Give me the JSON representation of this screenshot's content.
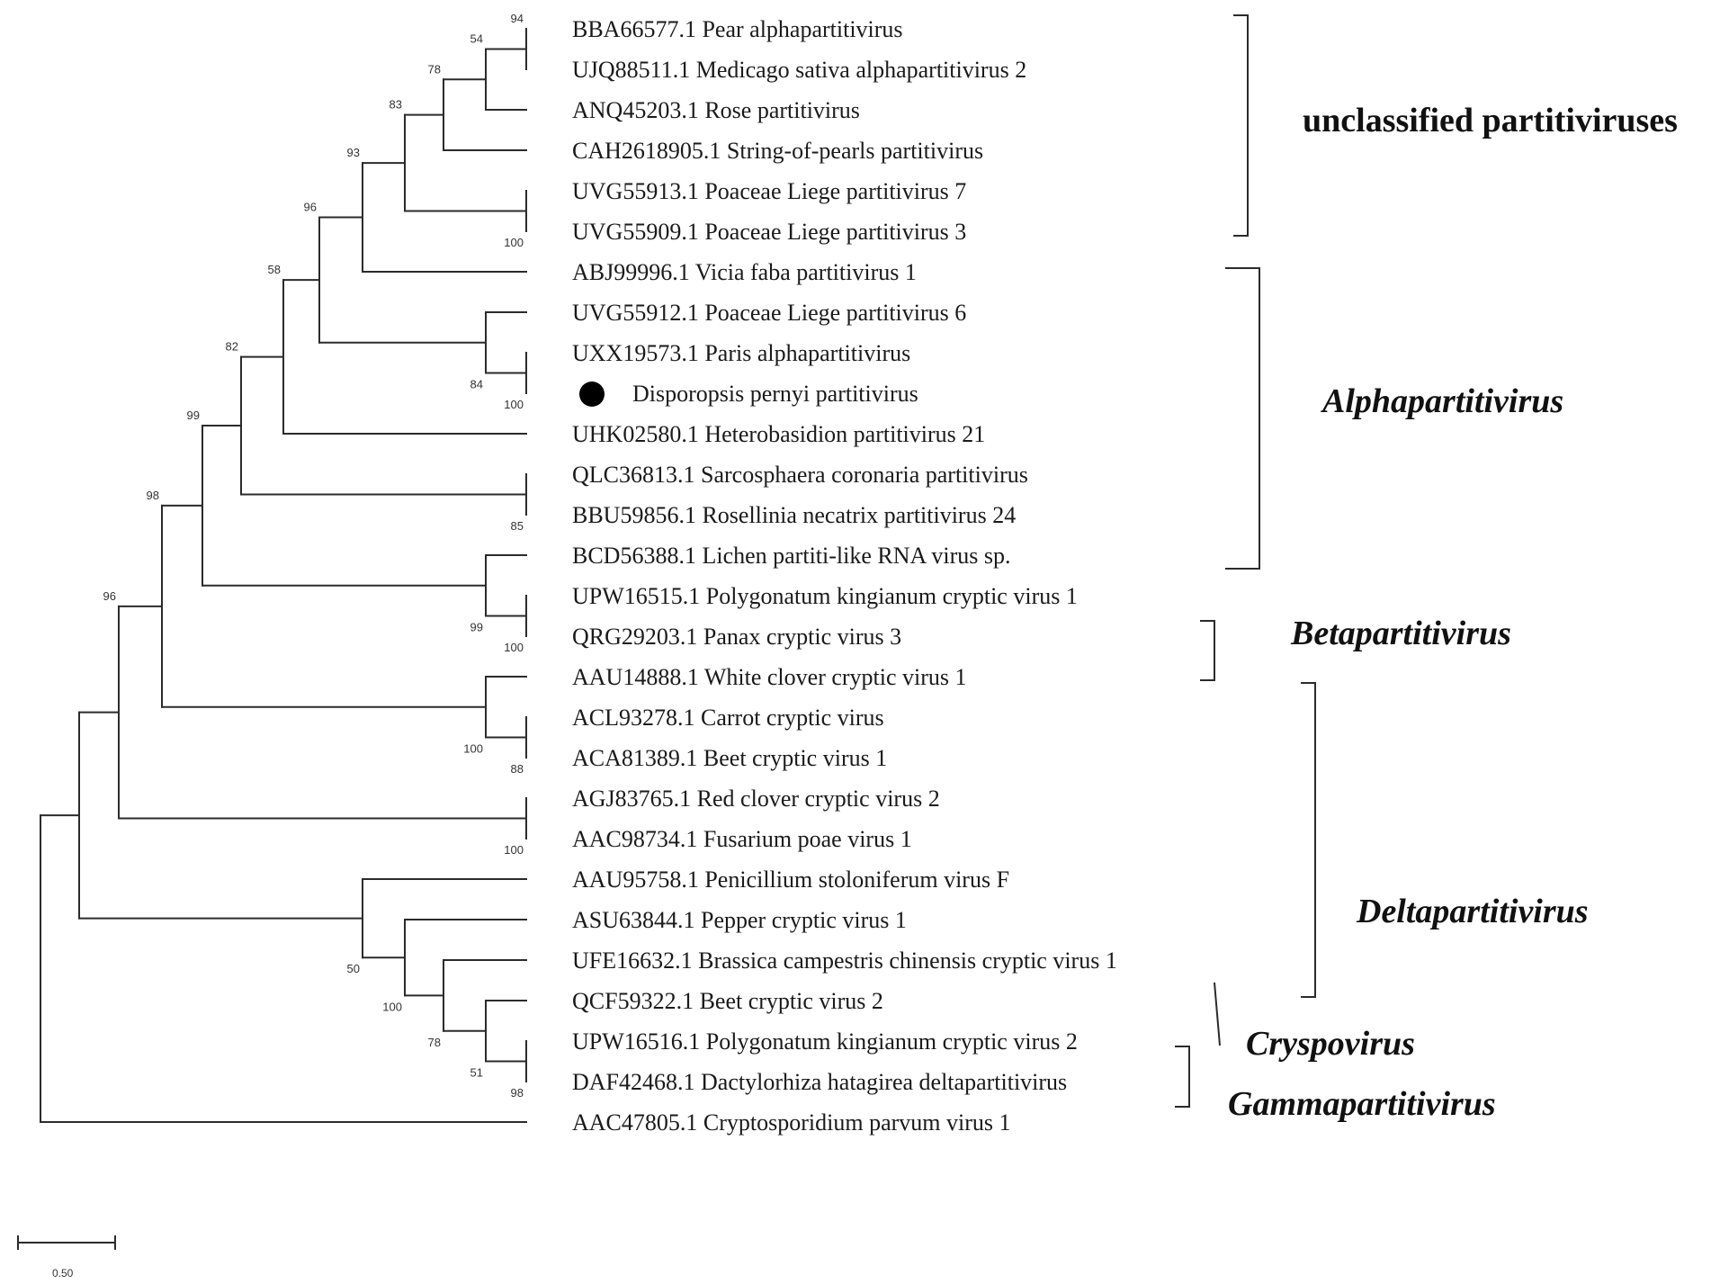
{
  "leaves": [
    {
      "id": "L1",
      "label": "BBA66577.1 Pear alphapartitivirus"
    },
    {
      "id": "L2",
      "label": "UJQ88511.1 Medicago sativa alphapartitivirus 2"
    },
    {
      "id": "L3",
      "label": "ANQ45203.1 Rose partitivirus"
    },
    {
      "id": "L4",
      "label": "CAH2618905.1 String-of-pearls partitivirus"
    },
    {
      "id": "L5",
      "label": "UVG55913.1 Poaceae Liege partitivirus 7"
    },
    {
      "id": "L6",
      "label": "UVG55909.1 Poaceae Liege partitivirus 3"
    },
    {
      "id": "L7",
      "label": "ABJ99996.1 Vicia faba partitivirus 1"
    },
    {
      "id": "L8",
      "label": "UVG55912.1 Poaceae Liege partitivirus 6"
    },
    {
      "id": "L9",
      "label": "UXX19573.1 Paris alphapartitivirus"
    },
    {
      "id": "L10",
      "label": "Disporopsis pernyi partitivirus",
      "marker": "filled-circle"
    },
    {
      "id": "L11",
      "label": "UHK02580.1 Heterobasidion partitivirus 21"
    },
    {
      "id": "L12",
      "label": "QLC36813.1 Sarcosphaera coronaria partitivirus"
    },
    {
      "id": "L13",
      "label": "BBU59856.1 Rosellinia necatrix partitivirus 24"
    },
    {
      "id": "L14",
      "label": "BCD56388.1 Lichen partiti-like RNA virus sp."
    },
    {
      "id": "L15",
      "label": "UPW16515.1 Polygonatum kingianum cryptic virus 1"
    },
    {
      "id": "L16",
      "label": "QRG29203.1 Panax cryptic virus 3"
    },
    {
      "id": "L17",
      "label": "AAU14888.1 White clover cryptic virus 1"
    },
    {
      "id": "L18",
      "label": "ACL93278.1 Carrot cryptic virus"
    },
    {
      "id": "L19",
      "label": "ACA81389.1 Beet cryptic virus 1"
    },
    {
      "id": "L20",
      "label": "AGJ83765.1 Red clover cryptic virus 2"
    },
    {
      "id": "L21",
      "label": "AAC98734.1 Fusarium poae virus 1"
    },
    {
      "id": "L22",
      "label": "AAU95758.1 Penicillium stoloniferum virus F"
    },
    {
      "id": "L23",
      "label": "ASU63844.1 Pepper cryptic virus 1"
    },
    {
      "id": "L24",
      "label": "UFE16632.1 Brassica campestris chinensis cryptic virus 1"
    },
    {
      "id": "L25",
      "label": "QCF59322.1 Beet cryptic virus 2"
    },
    {
      "id": "L26",
      "label": "UPW16516.1 Polygonatum kingianum cryptic virus 2"
    },
    {
      "id": "L27",
      "label": "DAF42468.1 Dactylorhiza hatagirea deltapartitivirus"
    },
    {
      "id": "L28",
      "label": "AAC47805.1 Cryptosporidium parvum virus 1"
    }
  ],
  "support_values": [
    "94",
    "54",
    "78",
    "83",
    "100",
    "93",
    "84",
    "100",
    "96",
    "58",
    "85",
    "82",
    "99",
    "100",
    "99",
    "100",
    "88",
    "100",
    "98",
    "96",
    "50",
    "100",
    "78",
    "51",
    "98"
  ],
  "groups": [
    {
      "name": "unclassified partitiviruses",
      "italic": false
    },
    {
      "name": "Alphapartitivirus",
      "italic": true
    },
    {
      "name": "Betapartitivirus",
      "italic": true
    },
    {
      "name": "Deltapartitivirus",
      "italic": true
    },
    {
      "name": "Cryspovirus",
      "italic": true
    },
    {
      "name": "Gammapartitivirus",
      "italic": true
    }
  ],
  "scale_bar": {
    "label": "0.50"
  },
  "colors": {
    "line": "#2b2b2b",
    "text": "#1a1a1a",
    "marker": "#000000"
  }
}
